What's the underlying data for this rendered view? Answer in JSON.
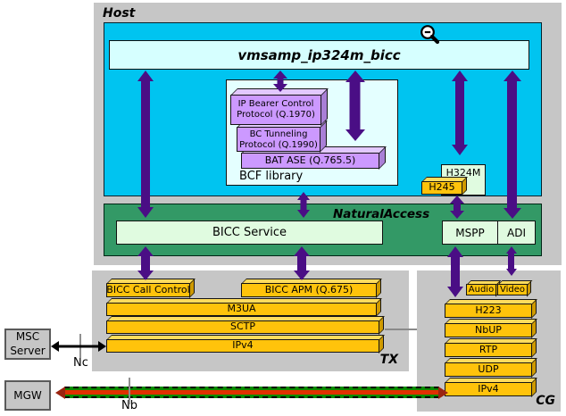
{
  "diagram": {
    "host": {
      "label": "Host"
    },
    "app": {
      "title": "vmsamp_ip324m_bicc"
    },
    "icons": {
      "magnifier": "zoom-magnifier"
    },
    "bcf": {
      "label": "BCF library",
      "items": [
        {
          "line1": "IP Bearer Control",
          "line2": "Protocol (Q.1970)"
        },
        {
          "line1": "BC Tunneling",
          "line2": "Protocol (Q.1990)"
        },
        {
          "line1": "BAT ASE (Q.765.5)"
        }
      ]
    },
    "h324m": {
      "label": "H324M",
      "h245": "H245"
    },
    "natural_access": {
      "label": "NaturalAccess",
      "bicc_service": "BICC Service",
      "mspp": "MSPP",
      "adi": "ADI"
    },
    "tx": {
      "label": "TX",
      "items": [
        "BICC Call Control",
        "BICC APM (Q.675)",
        "M3UA",
        "SCTP",
        "IPv4"
      ]
    },
    "cg": {
      "label": "CG",
      "audio": "Audio",
      "video": "Video",
      "items": [
        "H223",
        "NbUP",
        "RTP",
        "UDP",
        "IPv4"
      ]
    },
    "external": {
      "msc": "MSC Server",
      "mgw": "MGW",
      "nc": "Nc",
      "nb": "Nb"
    },
    "colors": {
      "cyan": "#00C4F0",
      "green_band": "#339966",
      "light_green": "#E0FBE0",
      "light_cyan": "#D6FFFF",
      "bcf_bg": "#E4FFFF",
      "purple_box": "#CC99FF",
      "gold_box": "#FFC30B",
      "arrow_purple": "#4A0E85",
      "panel_gray": "#C6C6C6"
    }
  }
}
